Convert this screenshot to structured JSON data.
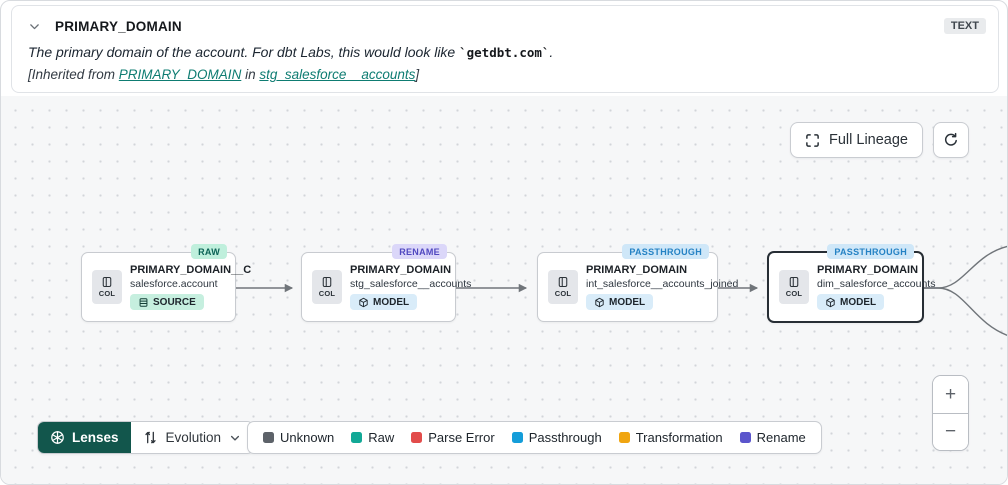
{
  "header": {
    "title": "PRIMARY_DOMAIN",
    "type_badge": "TEXT",
    "description_prefix": "The primary domain of the account. For dbt Labs, this would look like ",
    "description_code": "`getdbt.com`",
    "description_suffix": ".",
    "inherited_prefix": "[Inherited from ",
    "inherited_link_column": "PRIMARY_DOMAIN",
    "inherited_middle": " in ",
    "inherited_link_model": "stg_salesforce__accounts",
    "inherited_suffix": "]"
  },
  "canvas": {
    "full_lineage_label": "Full Lineage",
    "nodes": [
      {
        "badge": "RAW",
        "title": "PRIMARY_DOMAIN__C",
        "subtitle": "salesforce.account",
        "kind": "SOURCE",
        "col_label": "COL"
      },
      {
        "badge": "RENAME",
        "title": "PRIMARY_DOMAIN",
        "subtitle": "stg_salesforce__accounts",
        "kind": "MODEL",
        "col_label": "COL"
      },
      {
        "badge": "PASSTHROUGH",
        "title": "PRIMARY_DOMAIN",
        "subtitle": "int_salesforce__accounts_joined",
        "kind": "MODEL",
        "col_label": "COL"
      },
      {
        "badge": "PASSTHROUGH",
        "title": "PRIMARY_DOMAIN",
        "subtitle": "dim_salesforce_accounts",
        "kind": "MODEL",
        "col_label": "COL"
      }
    ]
  },
  "toolbar": {
    "lenses_label": "Lenses",
    "lens_selected": "Evolution"
  },
  "legend": {
    "items": [
      {
        "label": "Unknown",
        "color": "#5d6269"
      },
      {
        "label": "Raw",
        "color": "#12a896"
      },
      {
        "label": "Parse Error",
        "color": "#e24c4b"
      },
      {
        "label": "Passthrough",
        "color": "#149dd9"
      },
      {
        "label": "Transformation",
        "color": "#f0a511"
      },
      {
        "label": "Rename",
        "color": "#5b55cc"
      }
    ]
  },
  "zoom_controls": {
    "zoom_in": "+",
    "zoom_out": "−"
  },
  "colors": {
    "accent_teal": "#12564c",
    "link": "#0e7c72",
    "edge": "#70757a"
  }
}
